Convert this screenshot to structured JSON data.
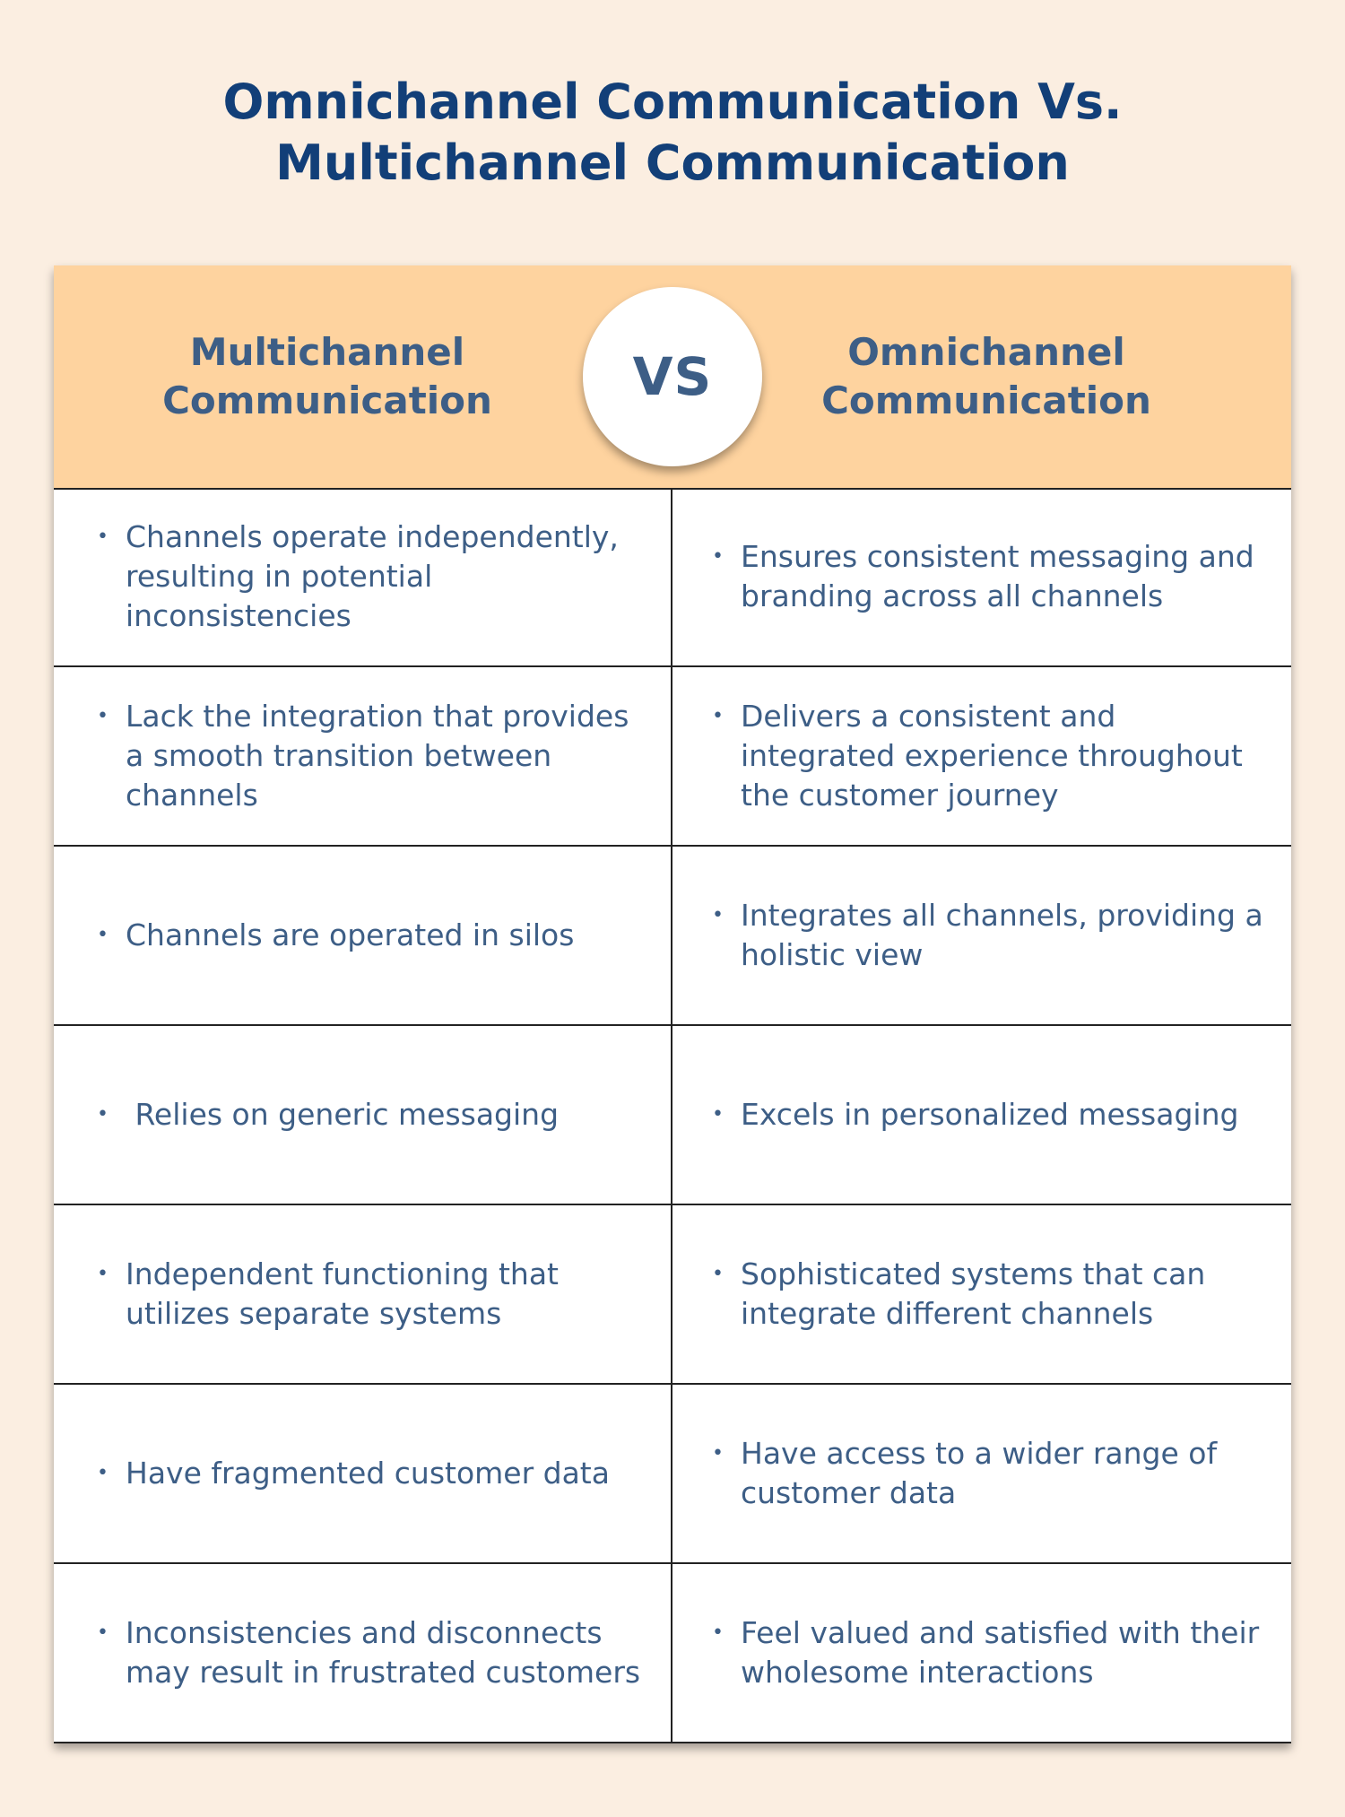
{
  "title": {
    "line1": "Omnichannel Communication Vs.",
    "line2": "Multichannel Communication"
  },
  "header": {
    "left_line1": "Multichannel",
    "left_line2": "Communication",
    "vs": "VS",
    "right_line1": "Omnichannel",
    "right_line2": "Communication"
  },
  "rows": [
    {
      "left": "Channels operate independently, resulting in potential inconsistencies",
      "right": "Ensures consistent messaging and branding across all channels"
    },
    {
      "left": "Lack the integration that provides a smooth transition between channels",
      "right": "Delivers a consistent and integrated experience throughout the customer journey"
    },
    {
      "left": "Channels are operated in silos",
      "right": "Integrates all channels, providing a holistic view"
    },
    {
      "left": " Relies on generic messaging",
      "right": "Excels in personalized messaging"
    },
    {
      "left": "Independent functioning that utilizes separate systems",
      "right": "Sophisticated systems that can integrate different channels"
    },
    {
      "left": "Have fragmented customer data",
      "right": "Have access to a wider range of customer  data"
    },
    {
      "left": "Inconsistencies and disconnects may result in frustrated customers",
      "right": "Feel valued and satisfied with their wholesome interactions"
    }
  ],
  "bullet_char": "•",
  "colors": {
    "background": "#fbeee1",
    "header_bg": "#fed39f",
    "title": "#123f78",
    "text": "#3d5e86"
  }
}
